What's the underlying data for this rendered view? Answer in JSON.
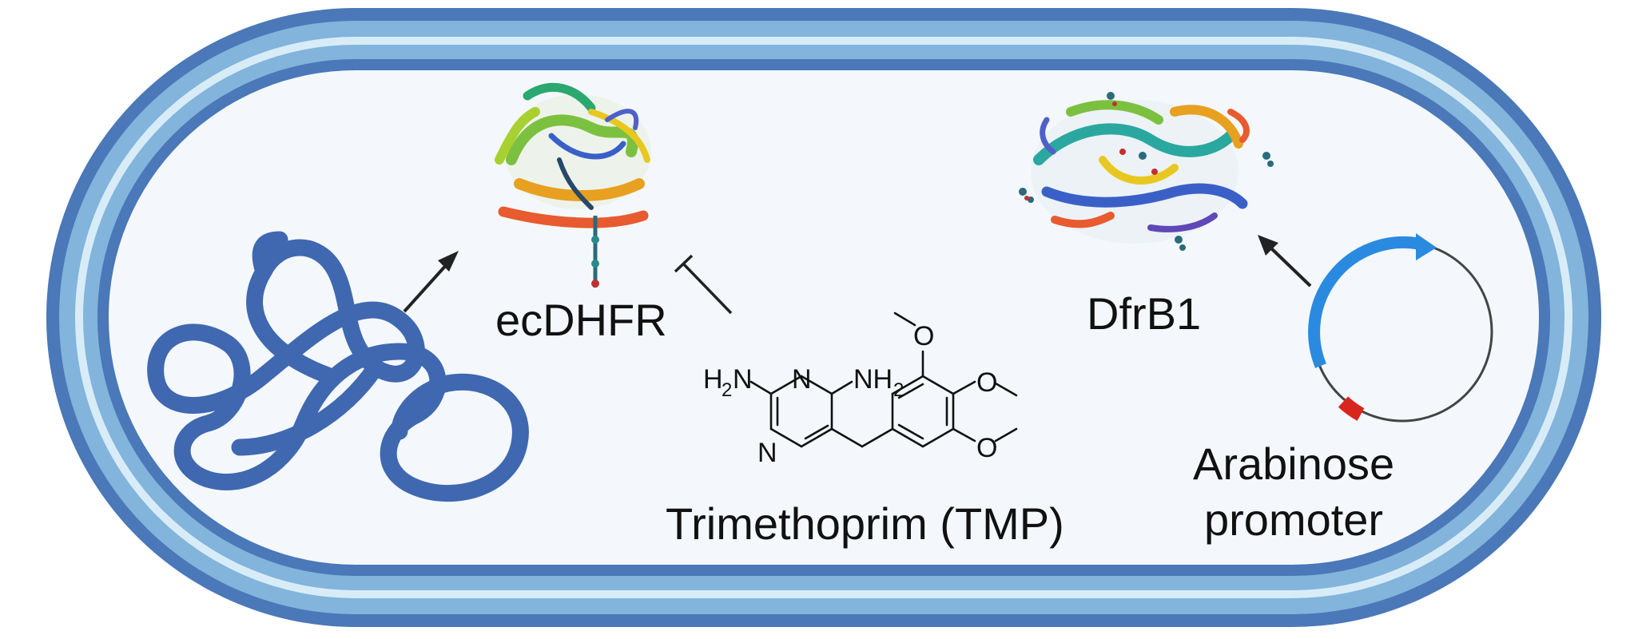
{
  "labels": {
    "ecdhfr": "ecDHFR",
    "dfrb1": "DfrB1",
    "tmp": "Trimethoprim (TMP)",
    "arabinose_line1": "Arabinose",
    "arabinose_line2": "promoter"
  },
  "tmp_atoms": {
    "amine_left": "H",
    "amine_left_sub": "2",
    "amine_left_n": "N",
    "ring_n_top": "N",
    "ring_n_bottom": "N",
    "amine_right": "NH",
    "amine_right_sub": "2",
    "o_top": "O",
    "o_mid": "O",
    "o_bottom": "O"
  },
  "colors": {
    "membrane_outer": "#4a78b8",
    "membrane_light": "#82b4dc",
    "membrane_pale": "#d8ecf8",
    "cytoplasm": "#f4f8fc",
    "dna": "#3f68b0",
    "plasmid_arrow": "#2a8ae0",
    "promoter": "#d8261e",
    "plasmid_line": "#444444"
  }
}
